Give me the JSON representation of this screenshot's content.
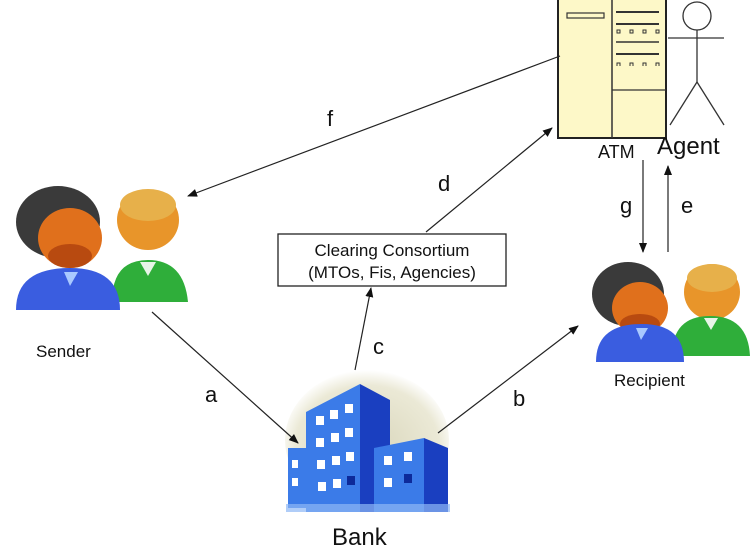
{
  "diagram": {
    "type": "remittance-flow",
    "nodes": {
      "sender": {
        "label": "Sender"
      },
      "bank": {
        "label": "Bank"
      },
      "recipient": {
        "label": "Recipient"
      },
      "atm": {
        "label": "ATM"
      },
      "agent": {
        "label": "Agent"
      },
      "clearing": {
        "line1": "Clearing Consortium",
        "line2": "(MTOs, Fis, Agencies)"
      }
    },
    "edges": [
      {
        "id": "a",
        "label": "a",
        "from": "sender",
        "to": "bank"
      },
      {
        "id": "b",
        "label": "b",
        "from": "bank",
        "to": "recipient"
      },
      {
        "id": "c",
        "label": "c",
        "from": "bank",
        "to": "clearing"
      },
      {
        "id": "d",
        "label": "d",
        "from": "clearing",
        "to": "atm"
      },
      {
        "id": "e",
        "label": "e",
        "from": "recipient",
        "to": "agent"
      },
      {
        "id": "f",
        "label": "f",
        "from": "atm",
        "to": "sender"
      },
      {
        "id": "g",
        "label": "g",
        "from": "atm",
        "to": "recipient"
      }
    ],
    "colors": {
      "atm_fill": "#fdf8c8",
      "person_blue": "#3a5de0",
      "person_green": "#2fae3a",
      "skin": "#e07a20",
      "hair_dark": "#3a3a3a",
      "hair_blond": "#e0a030",
      "building_blue": "#3b7be8",
      "building_dark": "#1a3fc0",
      "building_bg": "#e4e2cc"
    }
  }
}
